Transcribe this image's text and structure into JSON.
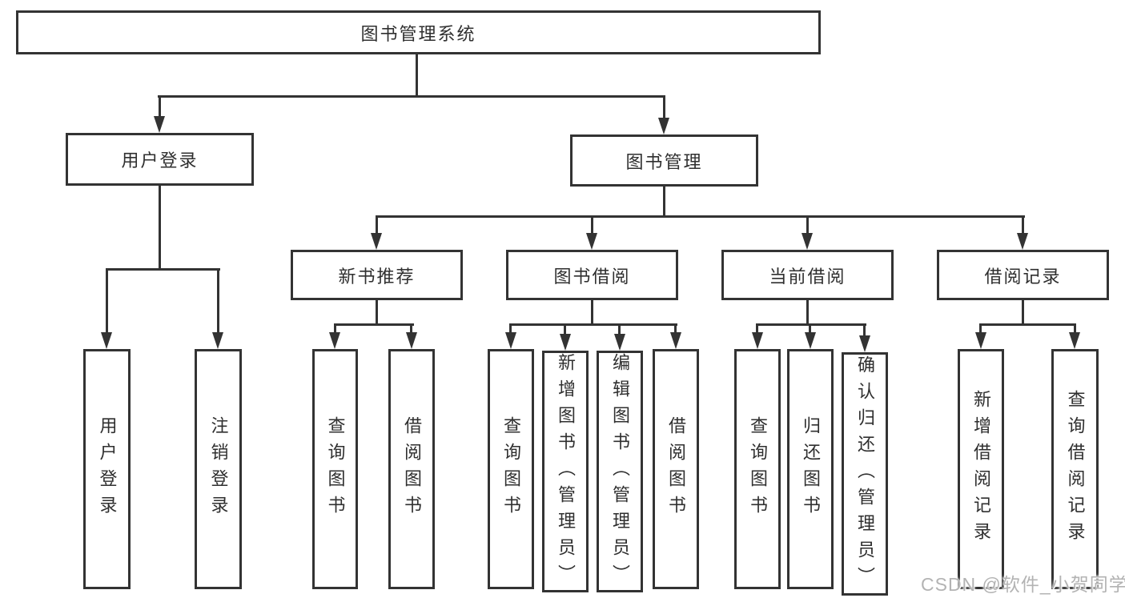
{
  "diagram_type": "hierarchy-tree",
  "tree": {
    "label": "图书管理系统",
    "children": [
      {
        "label": "用户登录",
        "children": [
          {
            "label": "用户登录"
          },
          {
            "label": "注销登录"
          }
        ]
      },
      {
        "label": "图书管理",
        "children": [
          {
            "label": "新书推荐",
            "children": [
              {
                "label": "查询图书"
              },
              {
                "label": "借阅图书"
              }
            ]
          },
          {
            "label": "图书借阅",
            "children": [
              {
                "label": "查询图书"
              },
              {
                "label": "新增图书（管理员）"
              },
              {
                "label": "编辑图书（管理员）"
              },
              {
                "label": "借阅图书"
              }
            ]
          },
          {
            "label": "当前借阅",
            "children": [
              {
                "label": "查询图书"
              },
              {
                "label": "归还图书"
              },
              {
                "label": "确认归还（管理员）"
              }
            ]
          },
          {
            "label": "借阅记录",
            "children": [
              {
                "label": "新增借阅记录"
              },
              {
                "label": "查询借阅记录"
              }
            ]
          }
        ]
      }
    ]
  },
  "watermark": {
    "text": "CSDN @软件_小贺同学"
  },
  "colors": {
    "line": "#333333",
    "box_background": "#ffffff",
    "text": "#2f2f2f",
    "watermark": "#b3b3b3"
  }
}
